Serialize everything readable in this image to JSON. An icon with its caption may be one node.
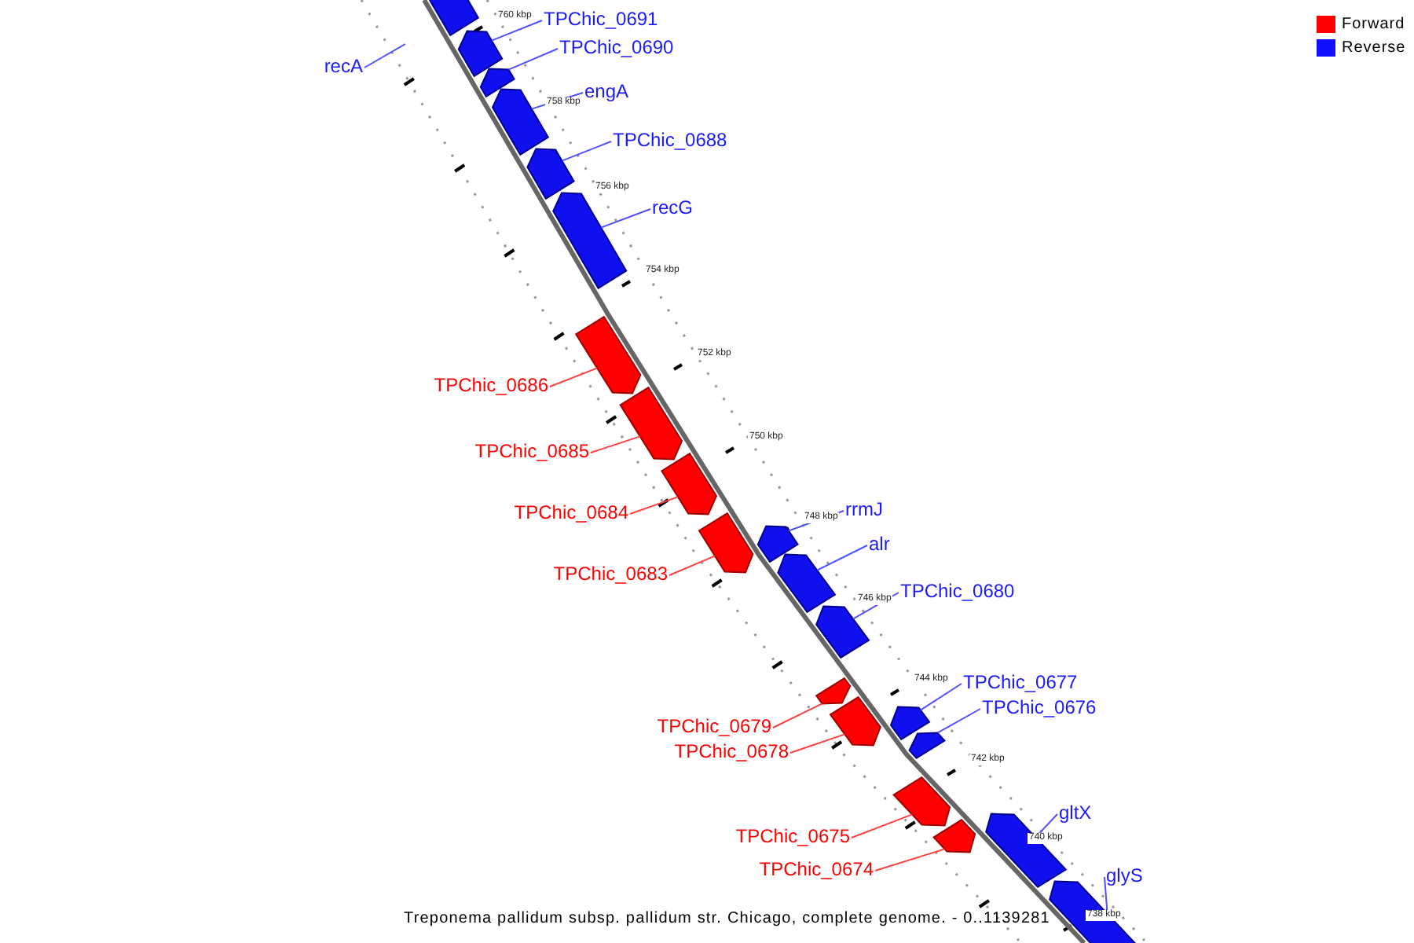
{
  "diagram": {
    "caption": "Treponema pallidum subsp. pallidum str. Chicago, complete genome. - 0..1139281",
    "nodes": [
      {
        "text": [],
        "shape": "bar"
      },
      {
        "text": [
          "TPChic_0691"
        ]
      },
      {
        "text": [],
        "shape": "bar"
      },
      {
        "text": [
          "recA"
        ]
      },
      {
        "text": [
          "TPChic_0690"
        ]
      },
      {
        "text": [],
        "shape": "bar"
      },
      {
        "text": [
          "engA"
        ]
      },
      {
        "text": [],
        "shape": "bar"
      },
      {
        "text": [
          "TPChic_0688"
        ]
      },
      {
        "text": [],
        "shape": "bar"
      },
      {
        "text": [
          "recG"
        ]
      },
      {
        "text": [],
        "shape": "bar"
      },
      {
        "text": [
          "TPChic_0686"
        ]
      },
      {
        "text": [],
        "shape": "bar"
      },
      {
        "text": [
          "TPChic_0685"
        ]
      },
      {
        "text": [],
        "shape": "bar"
      },
      {
        "text": [
          "TPChic_0684"
        ]
      },
      {
        "text": [],
        "shape": "bar"
      },
      {
        "text": [
          "TPChic_0683"
        ]
      },
      {
        "text": [],
        "shape": "bar"
      },
      {
        "text": [
          "rrmJ"
        ]
      },
      {
        "text": [],
        "shape": "bar"
      },
      {
        "text": [
          "alr"
        ]
      },
      {
        "text": [],
        "shape": "bar"
      },
      {
        "text": [
          "TPChic_0680"
        ]
      },
      {
        "text": [],
        "shape": "bar"
      },
      {
        "text": [
          "TPChic_0677"
        ]
      },
      {
        "text": [],
        "shape": "bar"
      },
      {
        "text": [
          "TPChic_0676"
        ]
      },
      {
        "text": [],
        "shape": "bar"
      },
      {
        "text": [
          "TPChic_0679"
        ]
      },
      {
        "text": [],
        "shape": "bar"
      },
      {
        "text": [
          "TPChic_0678"
        ]
      },
      {
        "text": [],
        "shape": "bar"
      },
      {
        "text": [
          "TPChic_0675"
        ]
      },
      {
        "text": [],
        "shape": "bar"
      },
      {
        "text": [
          "TPChic_0674"
        ]
      },
      {
        "text": [],
        "shape": "bar"
      },
      {
        "text": [
          "gltX"
        ]
      },
      {
        "text": [],
        "shape": "bar"
      },
      {
        "text": [
          "glyS"
        ]
      },
      {
        "text": [],
        "shape": "bar"
      }
    ],
    "edges": [
      {
        "from": 1,
        "to": 2,
        "arrow": "none"
      },
      {
        "from": 3,
        "to": null,
        "arrow": "none"
      },
      {
        "from": 4,
        "to": 5,
        "arrow": "none"
      },
      {
        "from": 6,
        "to": 7,
        "arrow": "none"
      },
      {
        "from": 8,
        "to": 9,
        "arrow": "none"
      },
      {
        "from": 10,
        "to": 11,
        "arrow": "none"
      },
      {
        "from": 12,
        "to": 13,
        "arrow": "none",
        "color": "#ff4040"
      },
      {
        "from": 14,
        "to": 15,
        "arrow": "none",
        "color": "#ff4040"
      },
      {
        "from": 16,
        "to": 17,
        "arrow": "none",
        "color": "#ff4040"
      },
      {
        "from": 18,
        "to": 19,
        "arrow": "none",
        "color": "#ff4040"
      },
      {
        "from": 20,
        "to": 21,
        "arrow": "none"
      },
      {
        "from": 22,
        "to": 23,
        "arrow": "none"
      },
      {
        "from": 24,
        "to": 25,
        "arrow": "none"
      },
      {
        "from": 26,
        "to": 27,
        "arrow": "none"
      },
      {
        "from": 28,
        "to": 29,
        "arrow": "none"
      },
      {
        "from": 30,
        "to": 31,
        "arrow": "none",
        "color": "#ff4040"
      },
      {
        "from": 32,
        "to": 33,
        "arrow": "none",
        "color": "#ff4040"
      },
      {
        "from": 34,
        "to": 35,
        "arrow": "none",
        "color": "#ff4040"
      },
      {
        "from": 36,
        "to": 37,
        "arrow": "none",
        "color": "#ff4040"
      },
      {
        "from": 38,
        "to": 39,
        "arrow": "none"
      },
      {
        "from": 40,
        "to": 41,
        "arrow": "none"
      }
    ],
    "labels": [
      "760 kbp",
      "758 kbp",
      "756 kbp",
      "754 kbp",
      "752 kbp",
      "750 kbp",
      "748 kbp",
      "746 kbp",
      "744 kbp",
      "742 kbp",
      "740 kbp",
      "738 kbp"
    ],
    "legend": [
      {
        "text": "Forward",
        "color": "#ff0000"
      },
      {
        "text": "Reverse",
        "color": "#1010ff"
      }
    ]
  }
}
